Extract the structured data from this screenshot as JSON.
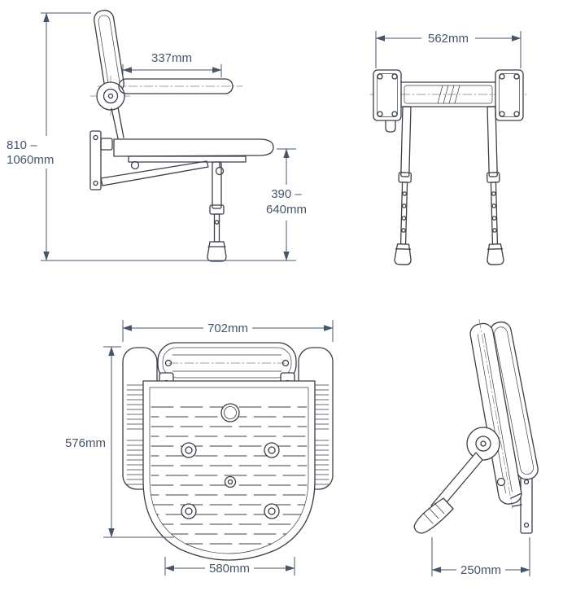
{
  "page": {
    "background": "#ffffff"
  },
  "colors": {
    "drawing_line": "#3a3f46",
    "dimension": "#475569"
  },
  "views": {
    "side": {
      "dimensions": {
        "seat_depth": "337mm",
        "height_range_line1": "810 –",
        "height_range_line2": "1060mm",
        "seat_height_range_line1": "390 –",
        "seat_height_range_line2": "640mm"
      }
    },
    "front": {
      "dimensions": {
        "overall_width": "562mm"
      }
    },
    "plan": {
      "dimensions": {
        "overall_width": "702mm",
        "overall_depth": "576mm",
        "seat_width": "580mm"
      }
    },
    "folded": {
      "dimensions": {
        "folded_depth": "250mm"
      }
    }
  }
}
